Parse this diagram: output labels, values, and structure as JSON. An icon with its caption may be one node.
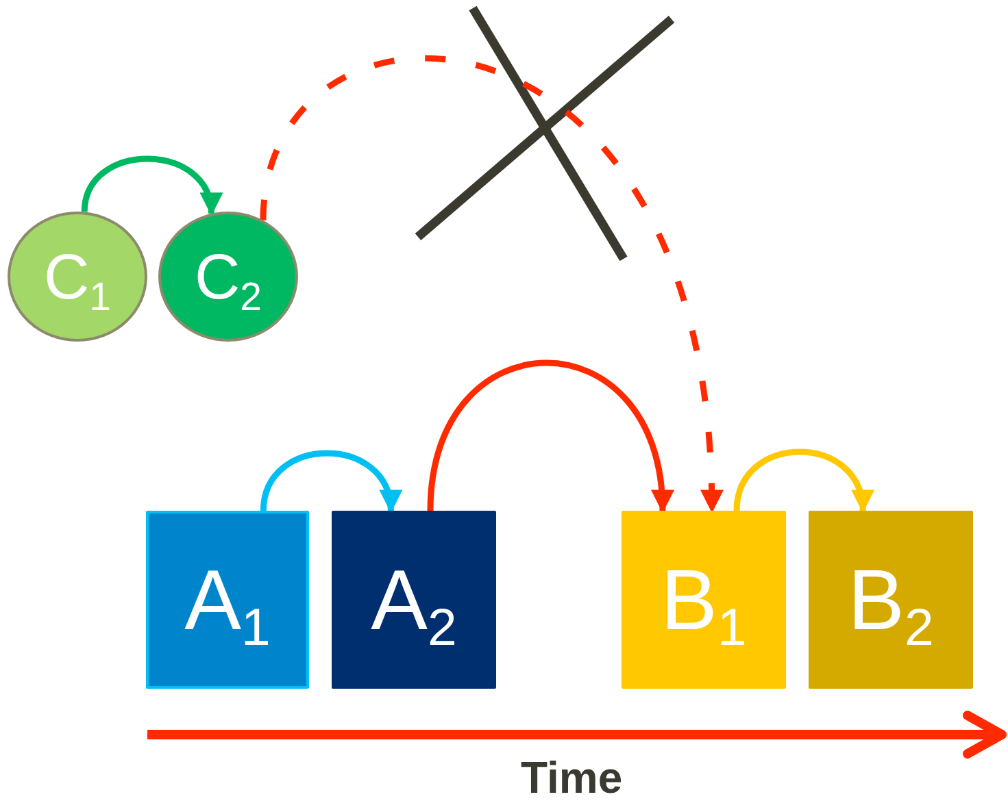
{
  "diagram": {
    "nodes": [
      {
        "text": [
          "C$_{1}$"
        ]
      },
      {
        "text": [
          "C$_{2}$"
        ]
      },
      {
        "text": [
          "A$_{1}$"
        ]
      },
      {
        "text": [
          "A$_{2}$"
        ]
      },
      {
        "text": [
          "B$_{1}$"
        ]
      },
      {
        "text": [
          "B$_{2}$"
        ]
      }
    ],
    "edges": [
      {
        "from": 0,
        "to": 1,
        "arrow": "to",
        "color": "#00b862"
      },
      {
        "from": 2,
        "to": 3,
        "arrow": "to",
        "color": "#00bff2"
      },
      {
        "from": 3,
        "to": 4,
        "arrow": "to",
        "color": "#ff2a00"
      },
      {
        "from": 4,
        "to": 5,
        "arrow": "to",
        "color": "#ffc800"
      },
      {
        "from": 1,
        "to": 4,
        "arrow": "to",
        "style": "dashed",
        "color": "#ff2a00"
      }
    ],
    "labels": [
      "Time"
    ]
  }
}
